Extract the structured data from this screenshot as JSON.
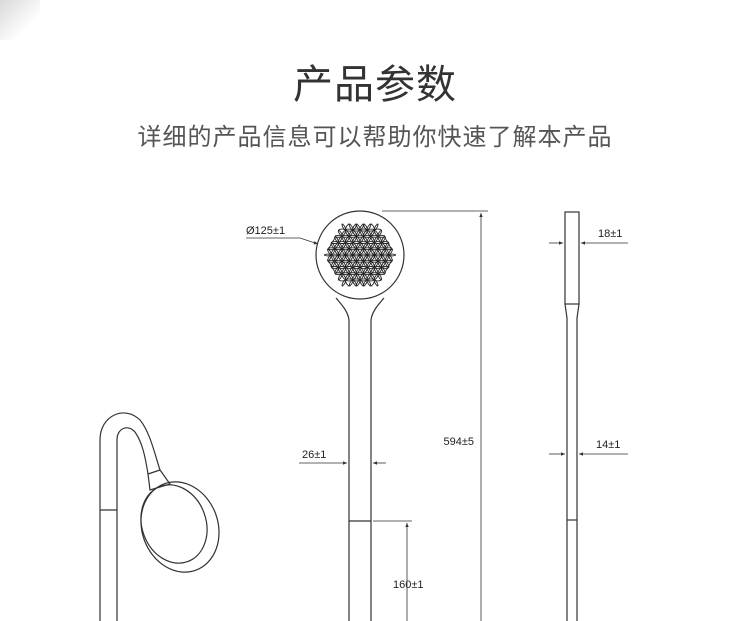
{
  "header": {
    "title": "产品参数",
    "subtitle": "详细的产品信息可以帮助你快速了解本产品"
  },
  "dimensions": {
    "head_diameter": "Ø125±1",
    "total_length": "594±5",
    "handle_width": "26±1",
    "end_length": "160±1",
    "head_thickness": "18±1",
    "handle_thickness": "14±1"
  },
  "colors": {
    "line": "#333333",
    "text": "#222222",
    "title": "#333333",
    "subtitle": "#555555"
  }
}
